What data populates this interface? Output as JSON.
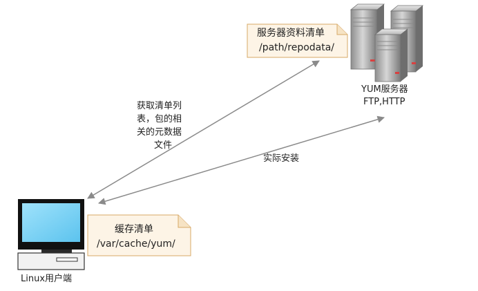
{
  "server_note": {
    "line1": "服务器资料清单",
    "line2": "/path/repodata/"
  },
  "server": {
    "line1": "YUM服务器",
    "line2": "FTP,HTTP"
  },
  "fetch_label": {
    "line1": "获取清单列",
    "line2": "表，包的相",
    "line3": "关的元数据",
    "line4": "文件"
  },
  "install_label": "实际安装",
  "cache_note": {
    "line1": "缓存清单",
    "line2": "/var/cache/yum/"
  },
  "client_label": "Linux用户端",
  "colors": {
    "note_fill": "#fdf4e6",
    "note_border": "#d7a866",
    "arrow": "#8a8a8a",
    "screen": "#7fd3f5",
    "server_body": "#a9a9a9",
    "server_light": "#d94040"
  }
}
